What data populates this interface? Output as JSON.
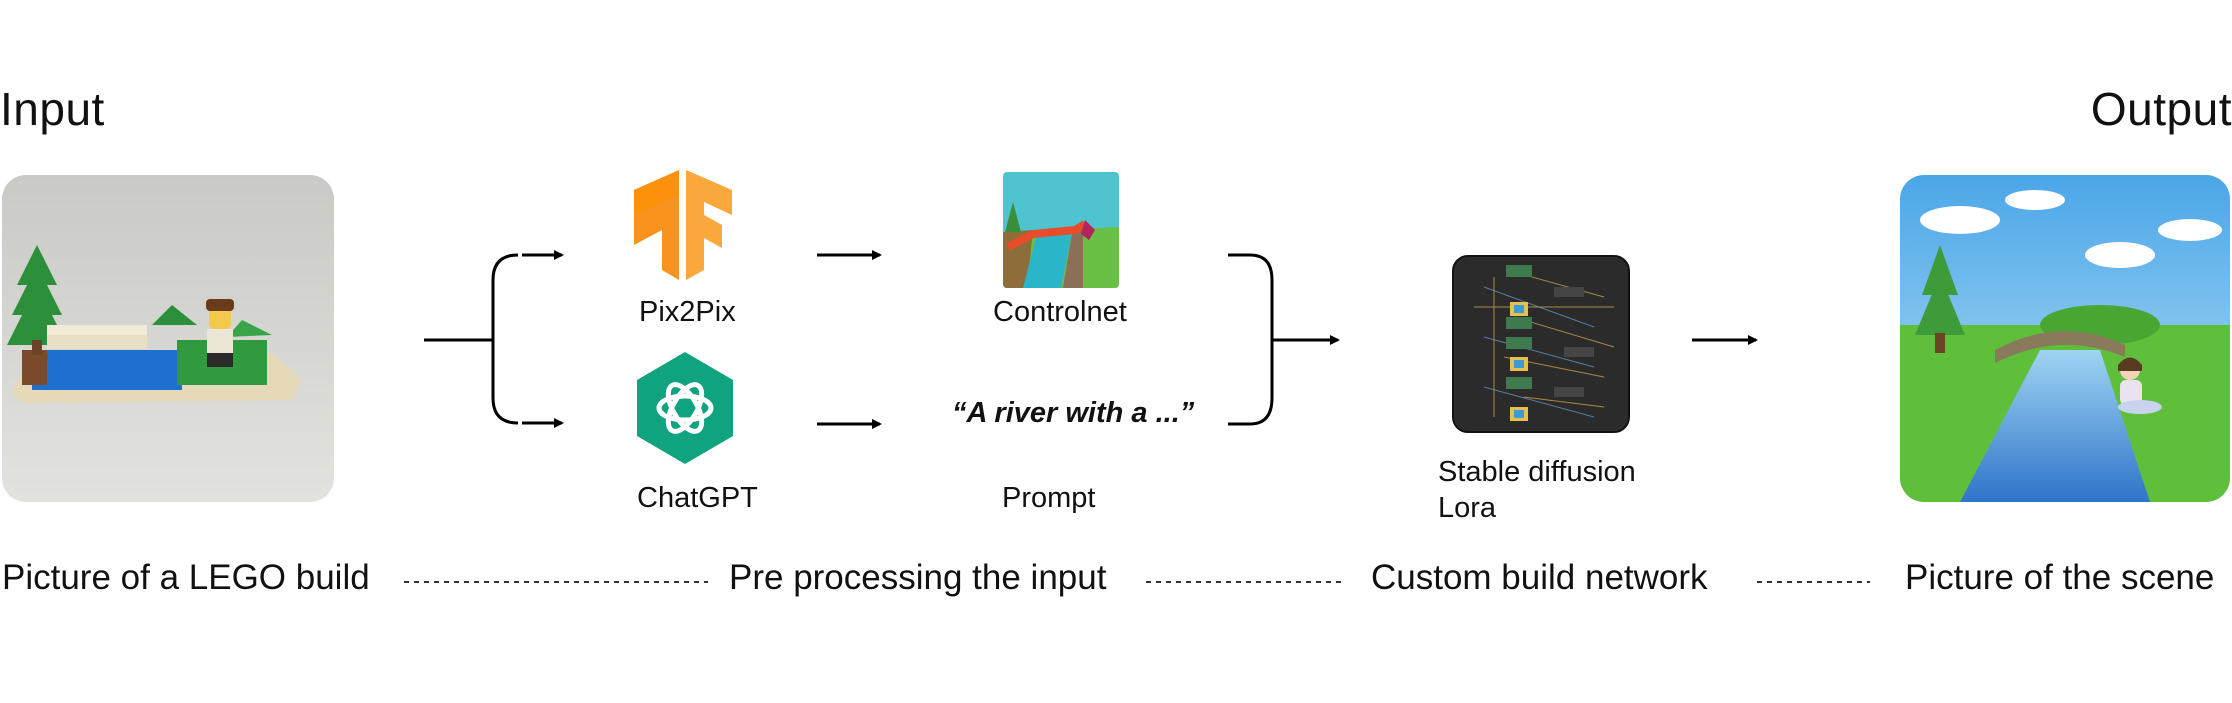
{
  "headings": {
    "input": "Input",
    "output": "Output"
  },
  "tools": {
    "pix2pix": "Pix2Pix",
    "chatgpt": "ChatGPT",
    "controlnet": "Controlnet",
    "prompt_text": "“A river with a ...”",
    "prompt": "Prompt",
    "network_line1": "Stable diffusion",
    "network_line2": "Lora"
  },
  "stages": {
    "input": "Picture of a LEGO build",
    "preprocess": "Pre processing the input",
    "network": "Custom build network",
    "output": "Picture of the scene"
  },
  "colors": {
    "tensorflow_orange": "#f7931e",
    "chatgpt_green": "#10a37f",
    "arrow": "#000000"
  }
}
